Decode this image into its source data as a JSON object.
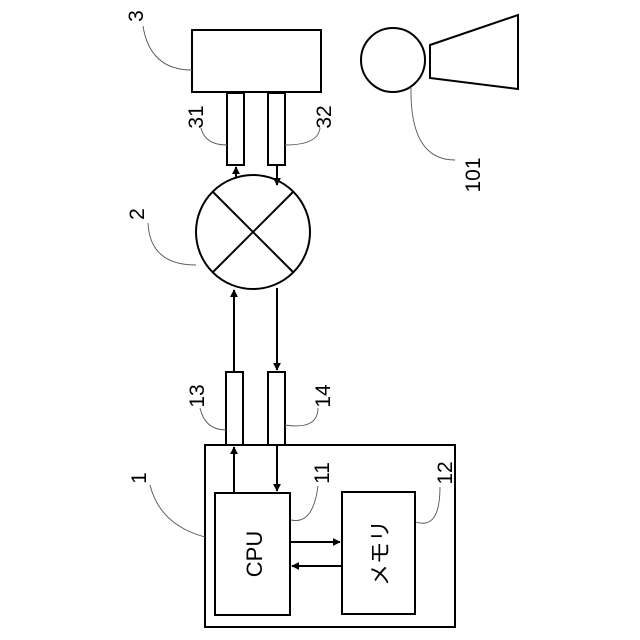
{
  "labels": {
    "ref_1": "1",
    "ref_11": "11",
    "ref_12": "12",
    "ref_13": "13",
    "ref_14": "14",
    "ref_2": "2",
    "ref_3": "3",
    "ref_31": "31",
    "ref_32": "32",
    "ref_101": "101"
  },
  "blocks": {
    "cpu": "CPU",
    "memory": "メモリ"
  }
}
